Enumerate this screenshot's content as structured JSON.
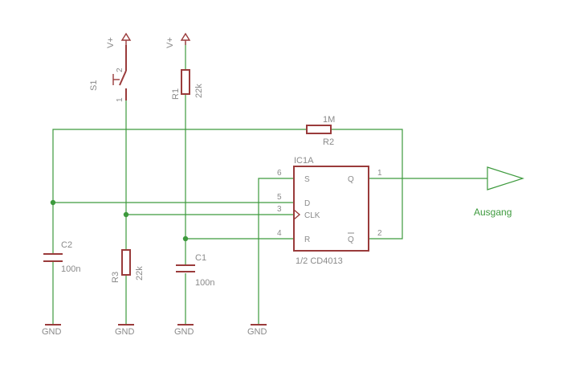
{
  "colors": {
    "wire": "#3d9a3d",
    "part": "#9a3b3b",
    "text": "#8a8a8a",
    "label": "#3d9a3d"
  },
  "power": {
    "vplus_1": "V+",
    "vplus_2": "V+"
  },
  "switch": {
    "name": "S1",
    "pin_top": "2",
    "pin_bottom": "1"
  },
  "r1": {
    "name": "R1",
    "value": "22k"
  },
  "r2": {
    "name": "R2",
    "value": "1M"
  },
  "r3": {
    "name": "R3",
    "value": "22k"
  },
  "c1": {
    "name": "C1",
    "value": "100n"
  },
  "c2": {
    "name": "C2",
    "value": "100n"
  },
  "ic": {
    "name": "IC1A",
    "part": "1/2 CD4013",
    "pins": {
      "s": "S",
      "d": "D",
      "clk": "CLK",
      "r": "R",
      "q": "Q",
      "qbar": "Q"
    },
    "pin_numbers": {
      "s": "6",
      "d": "5",
      "clk": "3",
      "r": "4",
      "q": "1",
      "qbar": "2"
    }
  },
  "grounds": [
    "GND",
    "GND",
    "GND",
    "GND"
  ],
  "output": {
    "label": "Ausgang"
  }
}
